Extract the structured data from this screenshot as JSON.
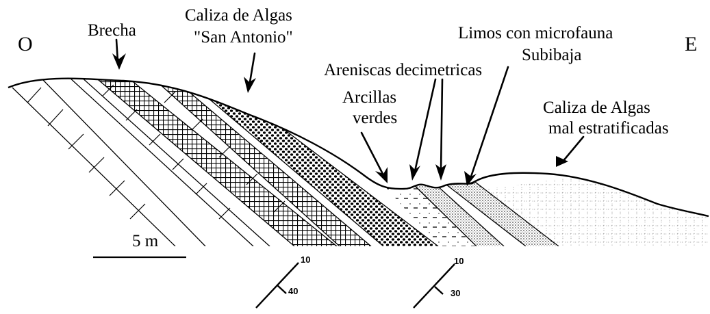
{
  "directions": {
    "west": "O",
    "east": "E"
  },
  "labels": {
    "brecha": "Brecha",
    "caliza_san_antonio_1": "Caliza de Algas",
    "caliza_san_antonio_2": "\"San Antonio\"",
    "areniscas": "Areniscas decimetricas",
    "limos_1": "Limos con microfauna",
    "limos_2": "Subibaja",
    "arcillas_1": "Arcillas",
    "arcillas_2": "verdes",
    "caliza_mal_1": "Caliza de Algas",
    "caliza_mal_2": "mal estratificadas"
  },
  "scale": {
    "label": "5 m"
  },
  "dip_symbols": [
    {
      "strike": "10",
      "dip": "40"
    },
    {
      "strike": "10",
      "dip": "30"
    }
  ]
}
